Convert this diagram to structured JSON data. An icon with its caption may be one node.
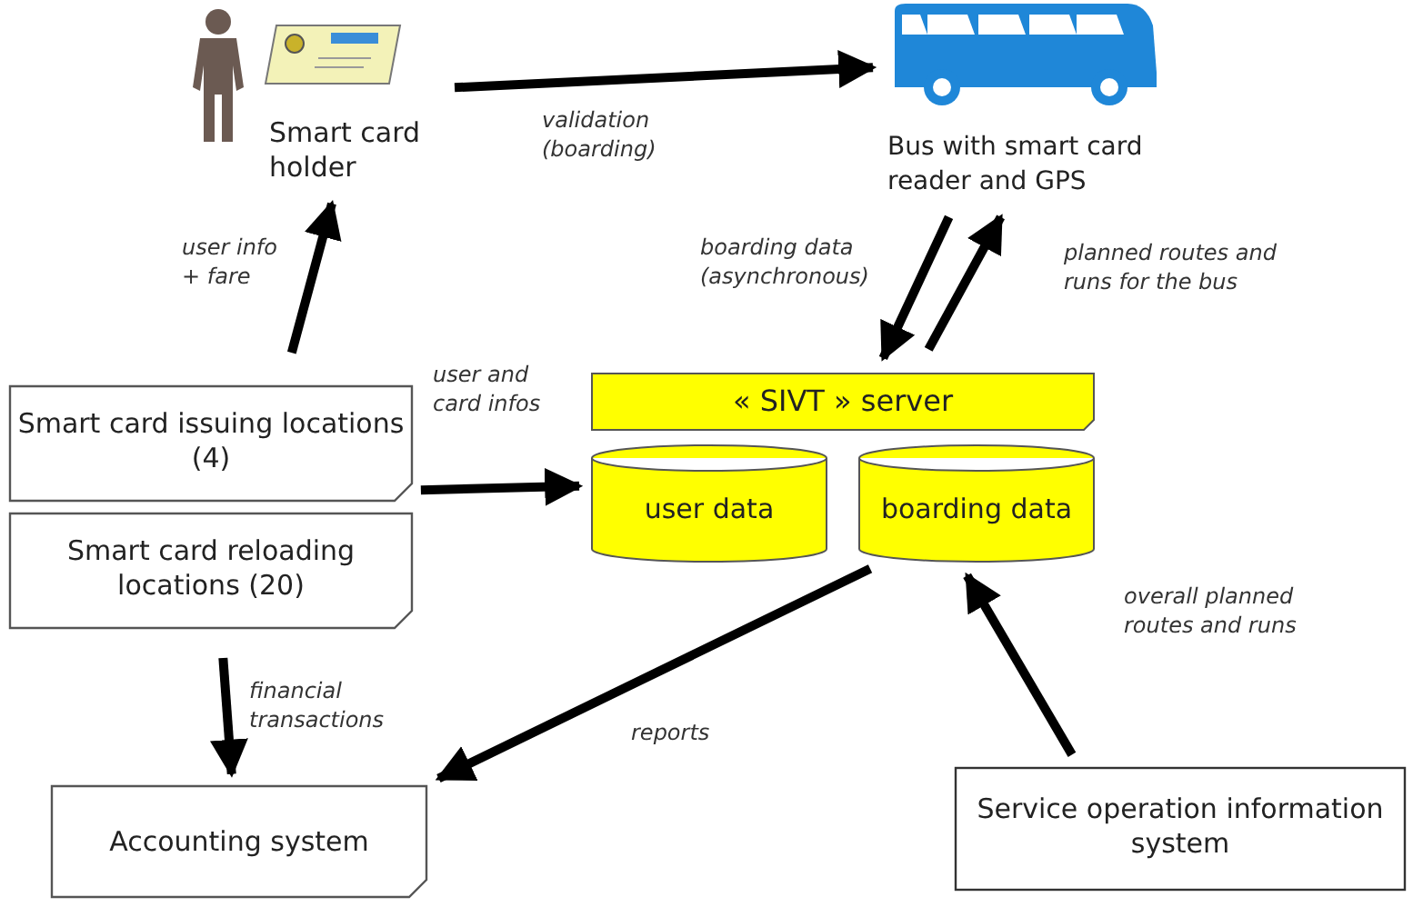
{
  "diagram": {
    "nodes": [
      {
        "text": [
          "Smart card holder"
        ]
      },
      {
        "text": [
          "Bus with smart card reader and GPS"
        ]
      },
      {
        "text": [
          "« SIVT » server"
        ]
      },
      {
        "text": [
          "user data"
        ]
      },
      {
        "text": [
          "boarding data"
        ]
      },
      {
        "text": [
          "Smart card issuing locations (4)"
        ]
      },
      {
        "text": [
          "Smart card reloading locations (20)"
        ]
      },
      {
        "text": [
          "Accounting system"
        ]
      },
      {
        "text": [
          "Service operation information system"
        ]
      }
    ],
    "edges": [
      {
        "from": 0,
        "to": 1,
        "arrow": "to",
        "label": "validation (boarding)"
      },
      {
        "from": 5,
        "to": 0,
        "arrow": "to",
        "label": "user info + fare"
      },
      {
        "from": 1,
        "to": 2,
        "arrow": "to",
        "label": "boarding data (asynchronous)"
      },
      {
        "from": 2,
        "to": 1,
        "arrow": "to",
        "label": "planned routes and runs for the bus"
      },
      {
        "from": 5,
        "to": 3,
        "arrow": "to",
        "label": "user and card infos"
      },
      {
        "from": 6,
        "to": 7,
        "arrow": "to",
        "label": "financial transactions"
      },
      {
        "from": 4,
        "to": 7,
        "arrow": "to",
        "label": "reports"
      },
      {
        "from": 8,
        "to": 4,
        "arrow": "to",
        "label": "overall planned routes and runs"
      }
    ]
  }
}
